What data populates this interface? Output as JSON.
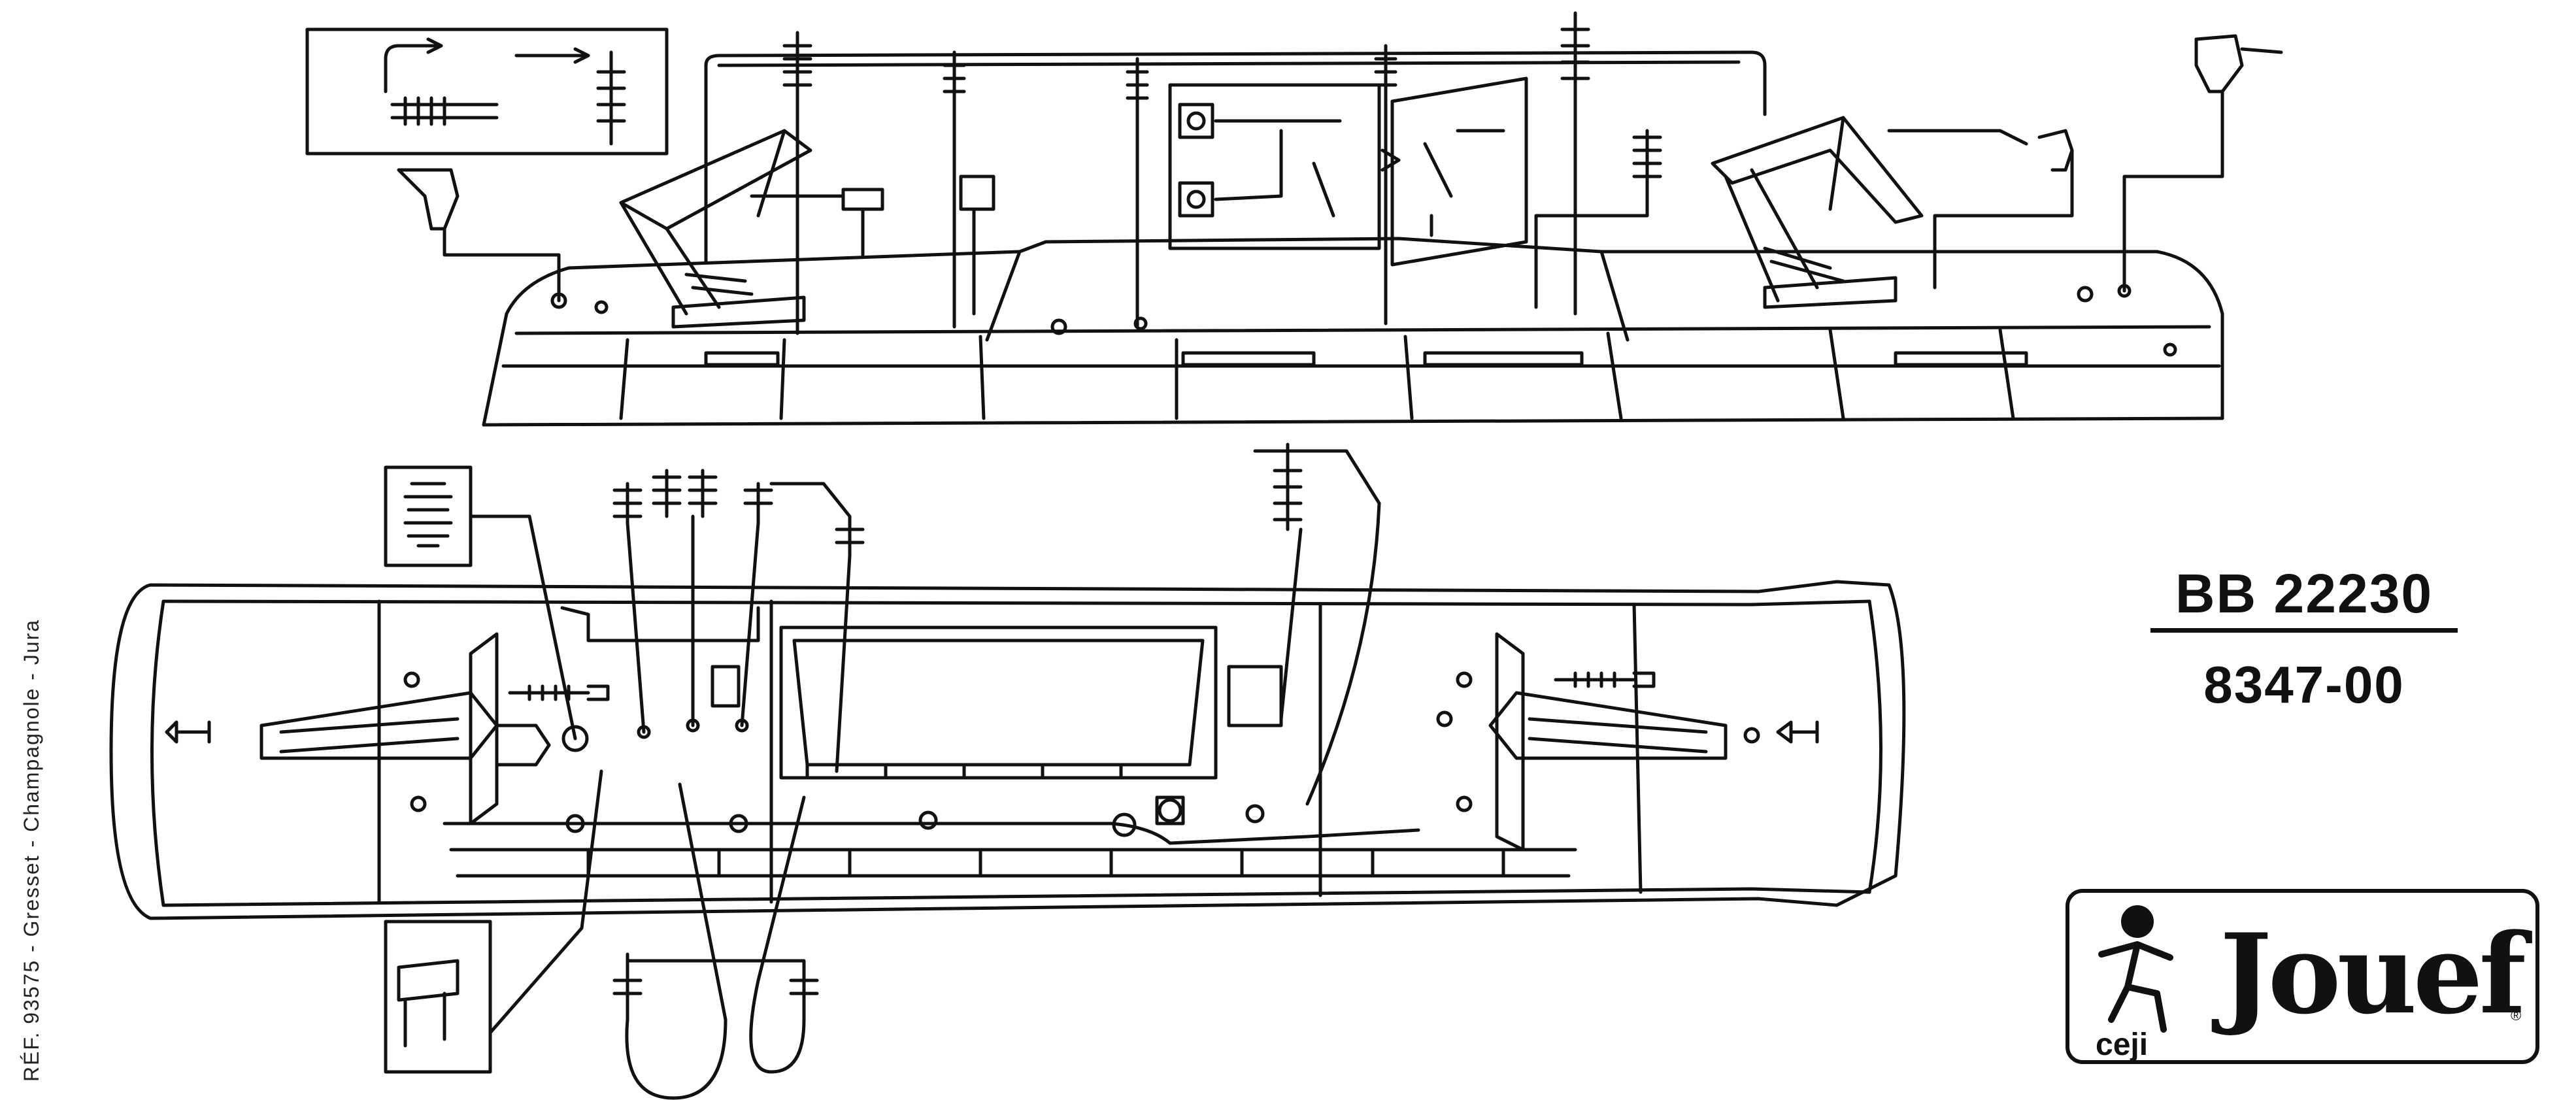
{
  "reference": "RÉF. 93575 - Gresset - Champagnole - Jura",
  "model": {
    "title": "BB 22230",
    "code": "8347-00"
  },
  "logo": {
    "small_text": "ceji",
    "brand": "Jouef",
    "trademark": "®"
  }
}
